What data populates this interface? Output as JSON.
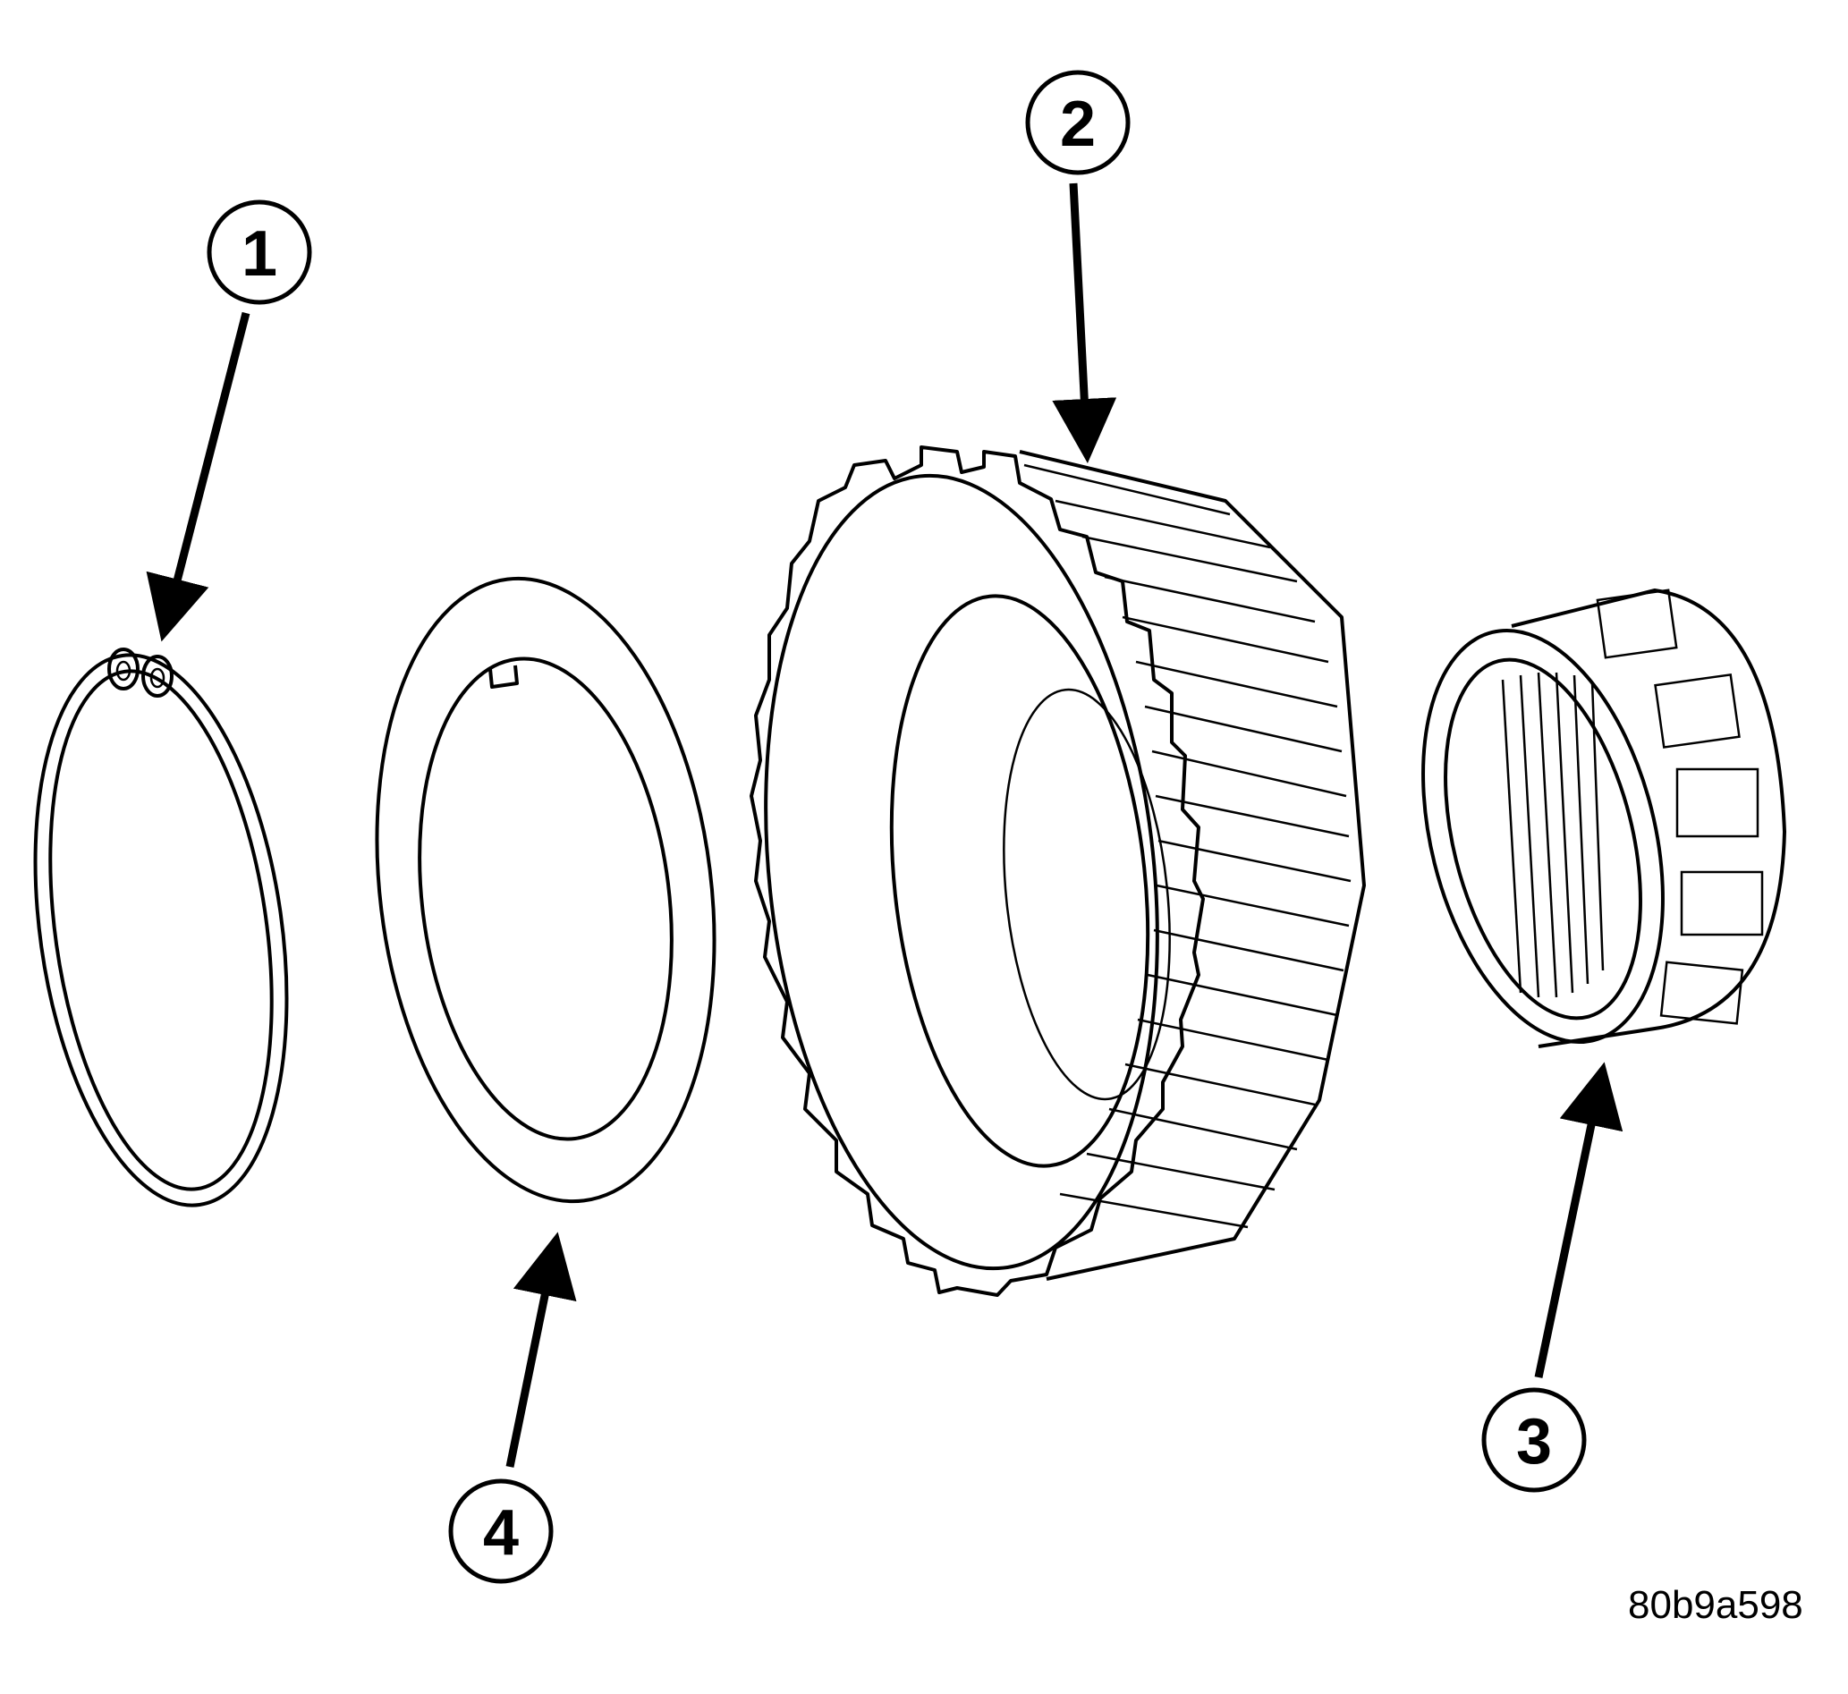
{
  "callouts": [
    {
      "id": "1",
      "label": "1"
    },
    {
      "id": "2",
      "label": "2"
    },
    {
      "id": "3",
      "label": "3"
    },
    {
      "id": "4",
      "label": "4"
    }
  ],
  "figure_id": "80b9a598"
}
